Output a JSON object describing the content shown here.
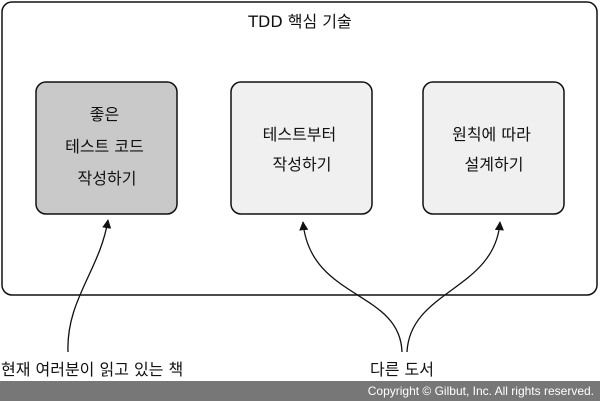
{
  "title": "TDD 핵심 기술",
  "boxes": [
    {
      "lines": [
        "좋은",
        "테스트 코드",
        "작성하기"
      ],
      "fill": "#c9c9c9"
    },
    {
      "lines": [
        "테스트부터",
        "작성하기"
      ],
      "fill": "#f0f0f0"
    },
    {
      "lines": [
        "원칙에 따라",
        "설계하기"
      ],
      "fill": "#f0f0f0"
    }
  ],
  "labels": {
    "current_book": "현재 여러분이 읽고 있는 책",
    "other_books": "다른 도서"
  },
  "footer": "Copyright © Gilbut, Inc. All rights reserved."
}
